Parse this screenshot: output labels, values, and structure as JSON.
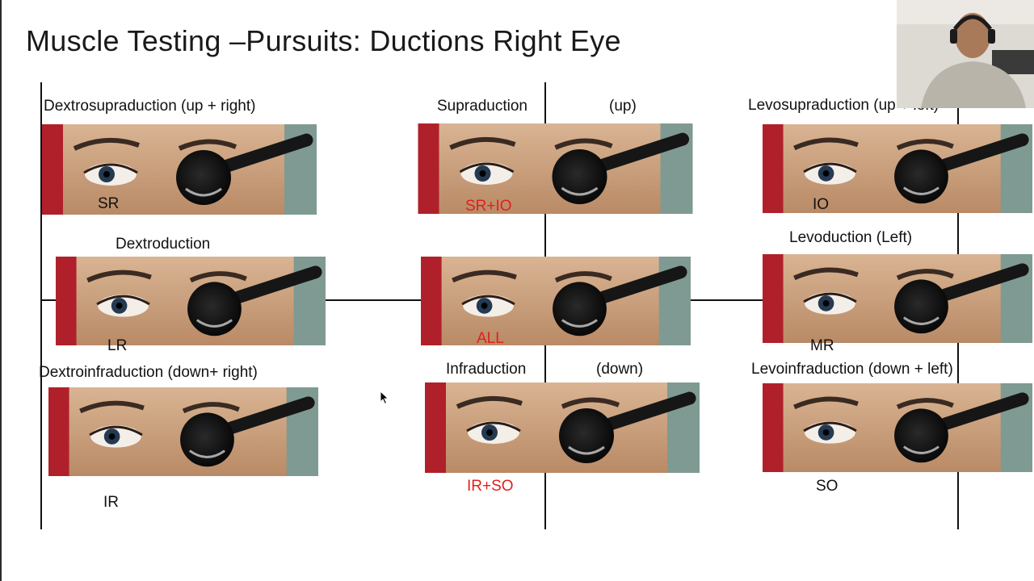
{
  "slide": {
    "title": "Muscle Testing –Pursuits: Ductions Right Eye"
  },
  "cells": {
    "top_left": {
      "heading": "Dextrosupraduction (up + right)",
      "muscle": "SR"
    },
    "top_mid": {
      "heading_a": "Supraduction",
      "heading_b": "(up)",
      "muscle": "SR+IO"
    },
    "top_right": {
      "heading": "Levosupraduction (up + left)",
      "muscle": "IO"
    },
    "mid_left": {
      "heading": "Dextroduction",
      "muscle": "LR"
    },
    "mid_mid": {
      "muscle": "ALL"
    },
    "mid_right": {
      "heading": "Levoduction (Left)",
      "muscle": "MR"
    },
    "bottom_left": {
      "heading": "Dextroinfraduction (down+ right)",
      "muscle": "IR"
    },
    "bottom_mid": {
      "heading_a": "Infraduction",
      "heading_b": "(down)",
      "muscle": "IR+SO"
    },
    "bottom_right": {
      "heading": "Levoinfraduction (down + left)",
      "muscle": "SO"
    }
  },
  "colors": {
    "highlight_text": "#e0201c",
    "skin": "#c9a07c",
    "occluder": "#111111"
  },
  "icons": {
    "occluder": "occluder-paddle",
    "cursor": "mouse-pointer"
  }
}
